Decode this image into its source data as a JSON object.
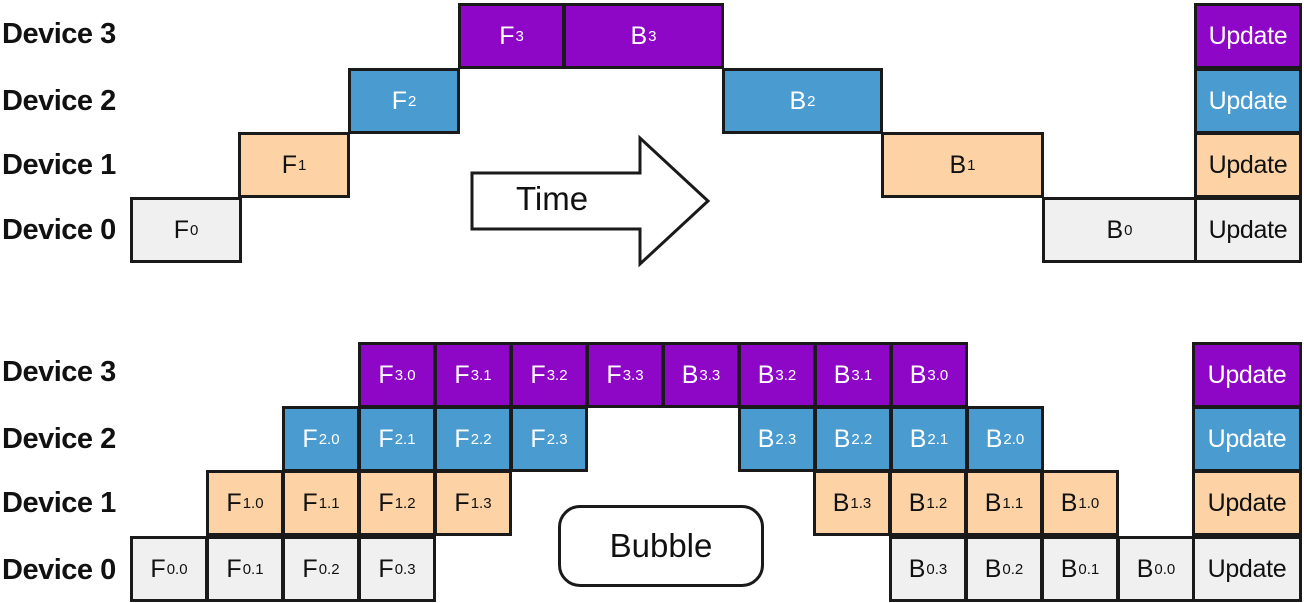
{
  "colors": {
    "device3": "#8e07c6",
    "device2": "#4a9cd0",
    "device1": "#fdd3a5",
    "device0": "#f0f0f0",
    "border": "#1a1a1a"
  },
  "update_label": "Update",
  "top": {
    "arrow_label": "Time",
    "devices": [
      {
        "label": "Device 3",
        "level": 3
      },
      {
        "label": "Device 2",
        "level": 2
      },
      {
        "label": "Device 1",
        "level": 1
      },
      {
        "label": "Device 0",
        "level": 0
      }
    ],
    "blocks": [
      {
        "letter": "F",
        "sub": "3",
        "level": 3
      },
      {
        "letter": "B",
        "sub": "3",
        "level": 3
      },
      {
        "letter": "F",
        "sub": "2",
        "level": 2
      },
      {
        "letter": "B",
        "sub": "2",
        "level": 2
      },
      {
        "letter": "F",
        "sub": "1",
        "level": 1
      },
      {
        "letter": "B",
        "sub": "1",
        "level": 1
      },
      {
        "letter": "F",
        "sub": "0",
        "level": 0
      },
      {
        "letter": "B",
        "sub": "0",
        "level": 0
      }
    ]
  },
  "bottom": {
    "bubble_label": "Bubble",
    "devices": [
      {
        "label": "Device 3",
        "level": 3
      },
      {
        "label": "Device 2",
        "level": 2
      },
      {
        "label": "Device 1",
        "level": 1
      },
      {
        "label": "Device 0",
        "level": 0
      }
    ],
    "blocks": [
      {
        "letter": "F",
        "sub": "3.0",
        "level": 3
      },
      {
        "letter": "F",
        "sub": "3.1",
        "level": 3
      },
      {
        "letter": "F",
        "sub": "3.2",
        "level": 3
      },
      {
        "letter": "F",
        "sub": "3.3",
        "level": 3
      },
      {
        "letter": "B",
        "sub": "3.3",
        "level": 3
      },
      {
        "letter": "B",
        "sub": "3.2",
        "level": 3
      },
      {
        "letter": "B",
        "sub": "3.1",
        "level": 3
      },
      {
        "letter": "B",
        "sub": "3.0",
        "level": 3
      },
      {
        "letter": "F",
        "sub": "2.0",
        "level": 2
      },
      {
        "letter": "F",
        "sub": "2.1",
        "level": 2
      },
      {
        "letter": "F",
        "sub": "2.2",
        "level": 2
      },
      {
        "letter": "F",
        "sub": "2.3",
        "level": 2
      },
      {
        "letter": "B",
        "sub": "2.3",
        "level": 2
      },
      {
        "letter": "B",
        "sub": "2.2",
        "level": 2
      },
      {
        "letter": "B",
        "sub": "2.1",
        "level": 2
      },
      {
        "letter": "B",
        "sub": "2.0",
        "level": 2
      },
      {
        "letter": "F",
        "sub": "1.0",
        "level": 1
      },
      {
        "letter": "F",
        "sub": "1.1",
        "level": 1
      },
      {
        "letter": "F",
        "sub": "1.2",
        "level": 1
      },
      {
        "letter": "F",
        "sub": "1.3",
        "level": 1
      },
      {
        "letter": "B",
        "sub": "1.3",
        "level": 1
      },
      {
        "letter": "B",
        "sub": "1.2",
        "level": 1
      },
      {
        "letter": "B",
        "sub": "1.1",
        "level": 1
      },
      {
        "letter": "B",
        "sub": "1.0",
        "level": 1
      },
      {
        "letter": "F",
        "sub": "0.0",
        "level": 0
      },
      {
        "letter": "F",
        "sub": "0.1",
        "level": 0
      },
      {
        "letter": "F",
        "sub": "0.2",
        "level": 0
      },
      {
        "letter": "F",
        "sub": "0.3",
        "level": 0
      },
      {
        "letter": "B",
        "sub": "0.3",
        "level": 0
      },
      {
        "letter": "B",
        "sub": "0.2",
        "level": 0
      },
      {
        "letter": "B",
        "sub": "0.1",
        "level": 0
      },
      {
        "letter": "B",
        "sub": "0.0",
        "level": 0
      }
    ]
  }
}
